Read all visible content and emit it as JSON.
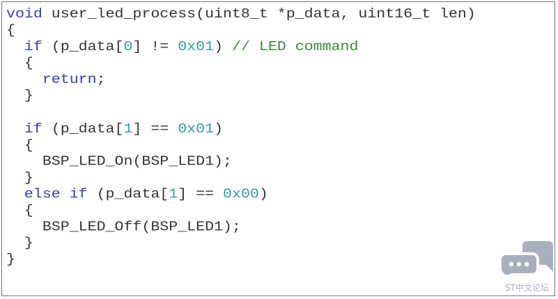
{
  "code_lines": [
    [
      {
        "t": "void",
        "c": "kw"
      },
      {
        "t": " user_led_process(uint8_t *p_data, uint16_t len)",
        "c": "pl"
      }
    ],
    [
      {
        "t": "{",
        "c": "pl"
      }
    ],
    [
      {
        "t": "  ",
        "c": "pl"
      },
      {
        "t": "if",
        "c": "kw"
      },
      {
        "t": " (p_data[",
        "c": "pl"
      },
      {
        "t": "0",
        "c": "num"
      },
      {
        "t": "] != ",
        "c": "pl"
      },
      {
        "t": "0x01",
        "c": "num"
      },
      {
        "t": ") ",
        "c": "pl"
      },
      {
        "t": "// LED command",
        "c": "cm"
      }
    ],
    [
      {
        "t": "  {",
        "c": "pl"
      }
    ],
    [
      {
        "t": "    ",
        "c": "pl"
      },
      {
        "t": "return",
        "c": "kw"
      },
      {
        "t": ";",
        "c": "pl"
      }
    ],
    [
      {
        "t": "  }",
        "c": "pl"
      }
    ],
    [
      {
        "t": "",
        "c": "pl"
      }
    ],
    [
      {
        "t": "  ",
        "c": "pl"
      },
      {
        "t": "if",
        "c": "kw"
      },
      {
        "t": " (p_data[",
        "c": "pl"
      },
      {
        "t": "1",
        "c": "num"
      },
      {
        "t": "] == ",
        "c": "pl"
      },
      {
        "t": "0x01",
        "c": "num"
      },
      {
        "t": ")",
        "c": "pl"
      }
    ],
    [
      {
        "t": "  {",
        "c": "pl"
      }
    ],
    [
      {
        "t": "    BSP_LED_On(BSP_LED1);",
        "c": "pl"
      }
    ],
    [
      {
        "t": "  }",
        "c": "pl"
      }
    ],
    [
      {
        "t": "  ",
        "c": "pl"
      },
      {
        "t": "else if",
        "c": "kw"
      },
      {
        "t": " (p_data[",
        "c": "pl"
      },
      {
        "t": "1",
        "c": "num"
      },
      {
        "t": "] == ",
        "c": "pl"
      },
      {
        "t": "0x00",
        "c": "num"
      },
      {
        "t": ")",
        "c": "pl"
      }
    ],
    [
      {
        "t": "  {",
        "c": "pl"
      }
    ],
    [
      {
        "t": "    BSP_LED_Off(BSP_LED1);",
        "c": "pl"
      }
    ],
    [
      {
        "t": "  }",
        "c": "pl"
      }
    ],
    [
      {
        "t": "}",
        "c": "pl"
      }
    ]
  ],
  "watermark": {
    "text": "ST中文论坛",
    "icon": "chat-bubbles-icon"
  },
  "colors": {
    "keyword": "#3b3fa0",
    "number": "#3a9a9a",
    "comment": "#3b8a3b",
    "text": "#333333"
  }
}
